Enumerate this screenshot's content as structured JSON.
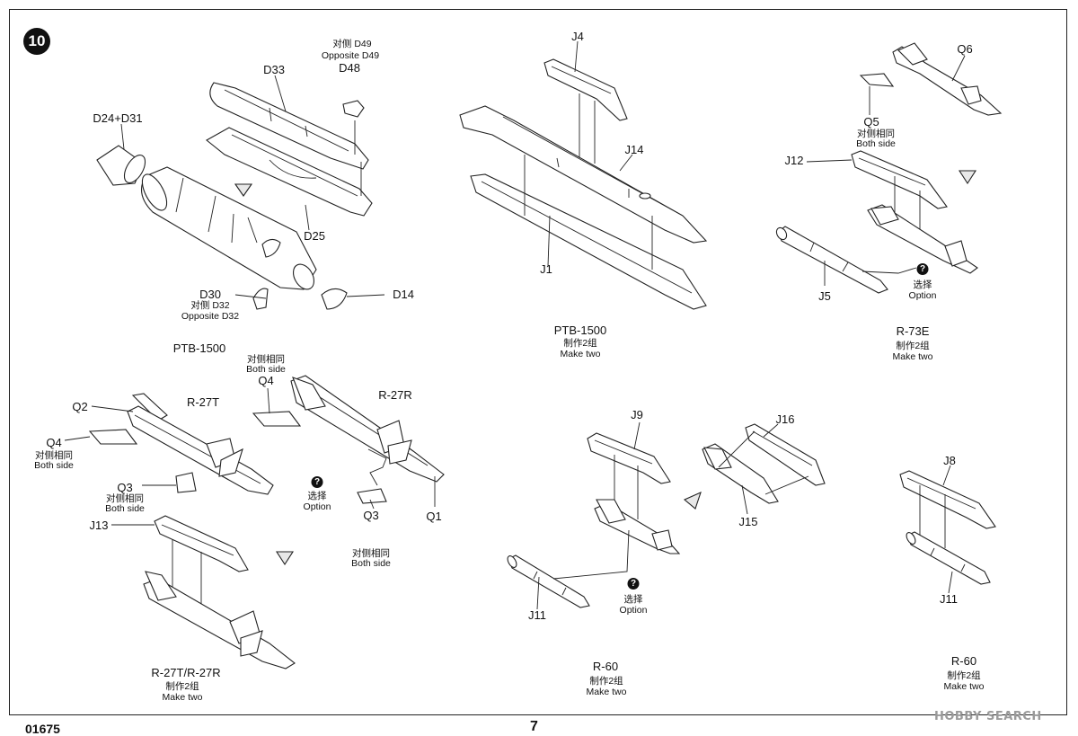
{
  "step_number": "10",
  "footer": {
    "catalog_number": "01675",
    "page_number": "7",
    "watermark": "HOBBY SEARCH"
  },
  "labels": {
    "d49_cn": "对侧 D49",
    "d49_en": "Opposite D49",
    "d48": "D48",
    "d33": "D33",
    "d24_d31": "D24+D31",
    "d25": "D25",
    "d30": "D30",
    "d32_cn": "对侧 D32",
    "d32_en": "Opposite D32",
    "d14": "D14",
    "ptb_left": "PTB-1500",
    "j4": "J4",
    "j14": "J14",
    "j1": "J1",
    "ptb_mid": "PTB-1500",
    "ptb_mid_cn": "制作2组",
    "ptb_mid_en": "Make two",
    "q6": "Q6",
    "q5": "Q5",
    "q5_cn": "对侧相同",
    "q5_en": "Both side",
    "j12": "J12",
    "j5": "J5",
    "r73_opt_cn": "选择",
    "r73_opt_en": "Option",
    "r73e": "R-73E",
    "r73e_cn": "制作2组",
    "r73e_en": "Make two",
    "q4_top_cn": "对侧相同",
    "q4_top_en": "Both side",
    "q4_top": "Q4",
    "r27t": "R-27T",
    "r27r": "R-27R",
    "q2": "Q2",
    "q4_left": "Q4",
    "q4_left_cn": "对侧相同",
    "q4_left_en": "Both side",
    "q3_left": "Q3",
    "q3_left_cn": "对侧相同",
    "q3_left_en": "Both side",
    "r27_opt_cn": "选择",
    "r27_opt_en": "Option",
    "q3_right": "Q3",
    "q3_right_cn": "对侧相同",
    "q3_right_en": "Both side",
    "q1": "Q1",
    "j13": "J13",
    "r27tr": "R-27T/R-27R",
    "r27tr_cn": "制作2组",
    "r27tr_en": "Make two",
    "j9": "J9",
    "j16": "J16",
    "j15": "J15",
    "j11_mid": "J11",
    "r60_opt_cn": "选择",
    "r60_opt_en": "Option",
    "r60_mid": "R-60",
    "r60_mid_cn": "制作2组",
    "r60_mid_en": "Make two",
    "j8": "J8",
    "j11_right": "J11",
    "r60_right": "R-60",
    "r60_right_cn": "制作2组",
    "r60_right_en": "Make two",
    "option_symbol": "?"
  }
}
